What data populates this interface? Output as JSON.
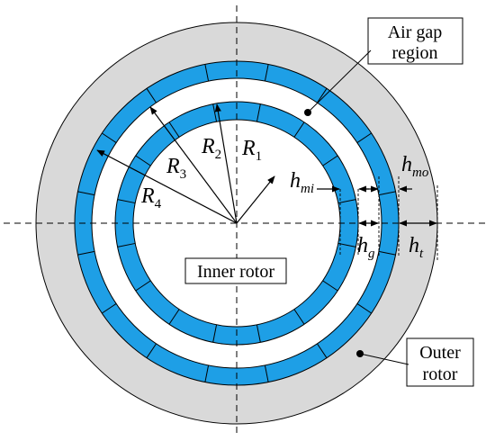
{
  "labels": {
    "air_gap_line1": "Air gap",
    "air_gap_line2": "region",
    "inner_rotor": "Inner rotor",
    "outer_rotor_line1": "Outer",
    "outer_rotor_line2": "rotor"
  },
  "radii": [
    {
      "base": "R",
      "sub": "1"
    },
    {
      "base": "R",
      "sub": "2"
    },
    {
      "base": "R",
      "sub": "3"
    },
    {
      "base": "R",
      "sub": "4"
    }
  ],
  "dimensions": {
    "h_mi": {
      "base": "h",
      "sub": "mi"
    },
    "h_mo": {
      "base": "h",
      "sub": "mo"
    },
    "h_g": {
      "base": "h",
      "sub": "g"
    },
    "h_t": {
      "base": "h",
      "sub": "t"
    }
  },
  "colors": {
    "outer_rotor_fill": "#d9d9d9",
    "magnet_fill": "#1e9fe6",
    "air_gap_fill": "#ffffff",
    "inner_rotor_fill": "#ffffff",
    "line": "#000000"
  }
}
